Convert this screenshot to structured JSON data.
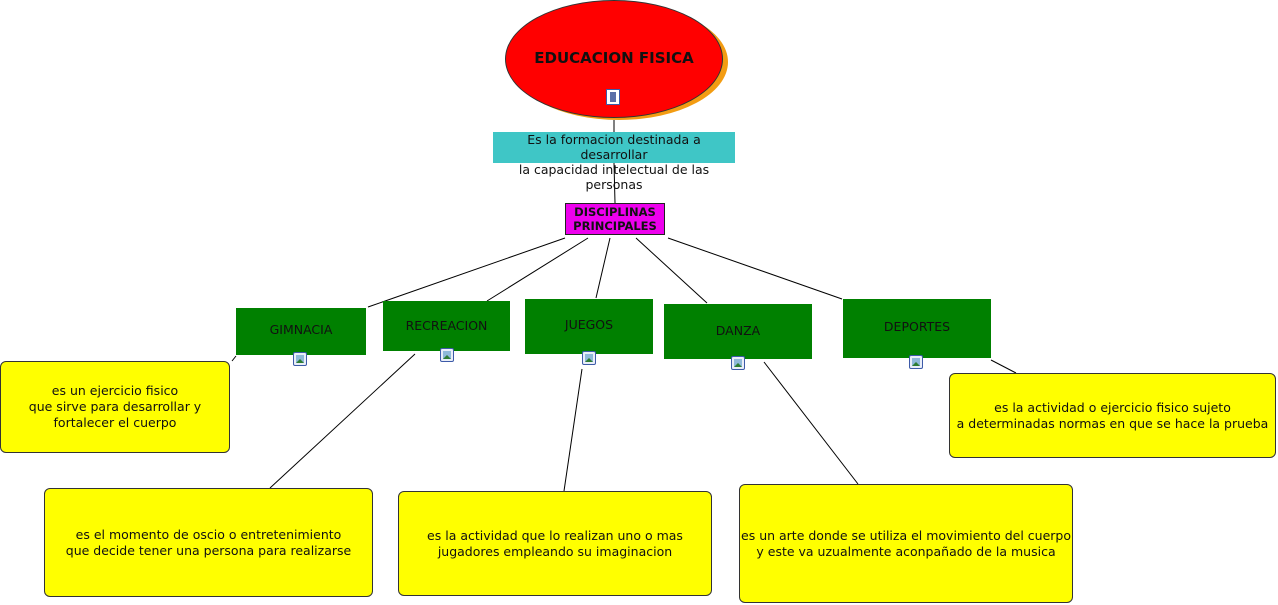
{
  "root": {
    "title": "EDUCACION FISICA",
    "color": "#ff0000",
    "icon": "film-icon"
  },
  "definition": {
    "text": "Es la formacion destinada a desarrollar\nla capacidad intelectual de las personas",
    "color": "#3fc6c6"
  },
  "disciplines": {
    "label": "DISCIPLINAS\nPRINCIPALES",
    "color": "#ee00ee"
  },
  "categories": [
    {
      "label": "GIMNACIA",
      "note": "es un ejercicio fisico\nque sirve para desarrollar y\nfortalecer el cuerpo",
      "icon": "image-icon"
    },
    {
      "label": "RECREACION",
      "note": "es el momento de oscio o entretenimiento\nque decide tener una persona para realizarse",
      "icon": "image-icon"
    },
    {
      "label": "JUEGOS",
      "note": "es la actividad que lo realizan uno o mas\njugadores empleando su imaginacion",
      "icon": "image-icon"
    },
    {
      "label": "DANZA",
      "note": "es un arte donde se utiliza el movimiento del cuerpo\ny este va uzualmente aconpañado de la musica",
      "icon": "image-icon"
    },
    {
      "label": "DEPORTES",
      "note": "es la actividad o ejercicio fisico sujeto\na determinadas normas en que se hace la prueba",
      "icon": "image-icon"
    }
  ],
  "colors": {
    "category": "#008000",
    "note": "#ffff00"
  }
}
